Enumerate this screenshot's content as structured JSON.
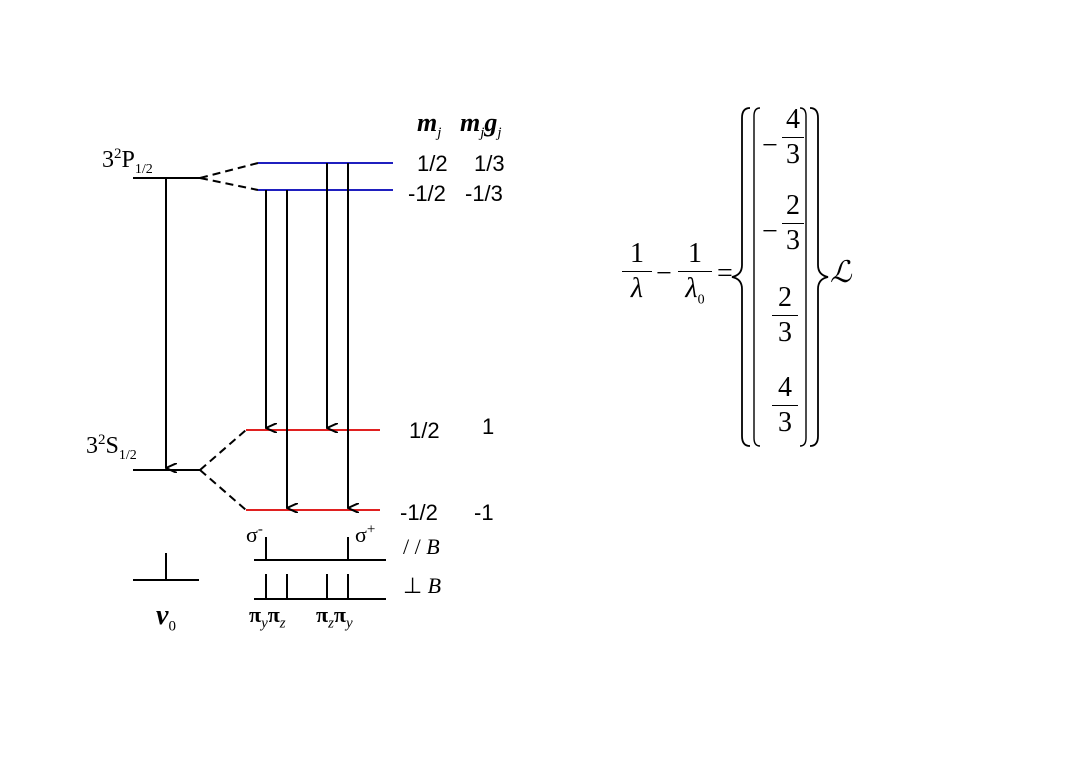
{
  "levels": {
    "upper": {
      "term": "3",
      "sup": "2",
      "letter": "P",
      "sub": "1/2"
    },
    "lower": {
      "term": "3",
      "sup": "2",
      "letter": "S",
      "sub": "1/2"
    }
  },
  "columns": {
    "mj": "m",
    "mj_sub": "j",
    "mjgj_m": "m",
    "mjgj_sub1": "j",
    "mjgj_g": "g",
    "mjgj_sub2": "j"
  },
  "upper_sublevels": [
    {
      "mj": "1/2",
      "mjgj": "1/3"
    },
    {
      "mj": "-1/2",
      "mjgj": "-1/3"
    }
  ],
  "lower_sublevels": [
    {
      "mj": "1/2",
      "mjgj": "1"
    },
    {
      "mj": "-1/2",
      "mjgj": "-1"
    }
  ],
  "polarization": {
    "sigma_minus": "σ",
    "sigma_minus_sup": "-",
    "sigma_plus": "σ",
    "sigma_plus_sup": "+",
    "parallel": "/ / ",
    "parallel_B": "B",
    "perp": "⊥ ",
    "perp_B": "B",
    "pi_y_1": "π",
    "pi_y_1_sub": "y",
    "pi_z_1": "π",
    "pi_z_1_sub": "z",
    "pi_z_2": "π",
    "pi_z_2_sub": "z",
    "pi_y_2": "π",
    "pi_y_2_sub": "y"
  },
  "nu0": {
    "symbol": "ν",
    "sub": "0"
  },
  "equation": {
    "lhs1_num": "1",
    "lhs1_den": "λ",
    "minus": "−",
    "lhs2_num": "1",
    "lhs2_den": "λ",
    "lhs2_den_sub": "0",
    "equals": "=",
    "entries": [
      {
        "sign": "−",
        "num": "4",
        "den": "3"
      },
      {
        "sign": "−",
        "num": "2",
        "den": "3"
      },
      {
        "sign": "",
        "num": "2",
        "den": "3"
      },
      {
        "sign": "",
        "num": "4",
        "den": "3"
      }
    ],
    "factor": "ℒ"
  },
  "colors": {
    "upper": "#1f1fbf",
    "lower": "#e02020",
    "line": "#000000"
  }
}
